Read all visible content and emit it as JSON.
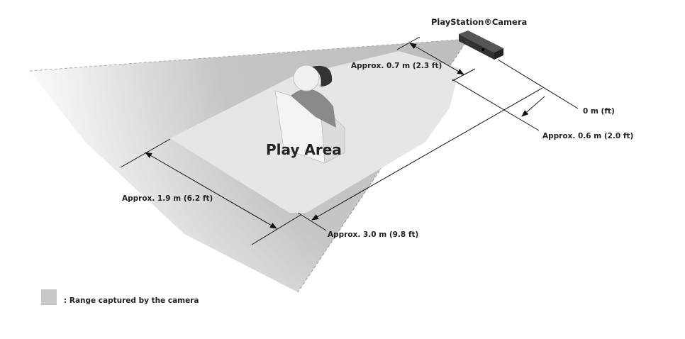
{
  "camera_label": "PlayStation®Camera",
  "play_area_label": "Play Area",
  "dimensions": {
    "front_distance": "Approx. 0.7 m (2.3 ft)",
    "zero": "0 m (ft)",
    "camera_offset": "Approx. 0.6 m (2.0 ft)",
    "width": "Approx. 1.9 m (6.2 ft)",
    "depth": "Approx. 3.0 m (9.8 ft)"
  },
  "legend": {
    "text": ": Range captured by the camera",
    "color": "#c8c8c8"
  },
  "colors": {
    "range": "#c8c8c8",
    "play_area": "#e6e6e6",
    "camera": "#3a3a3a"
  }
}
